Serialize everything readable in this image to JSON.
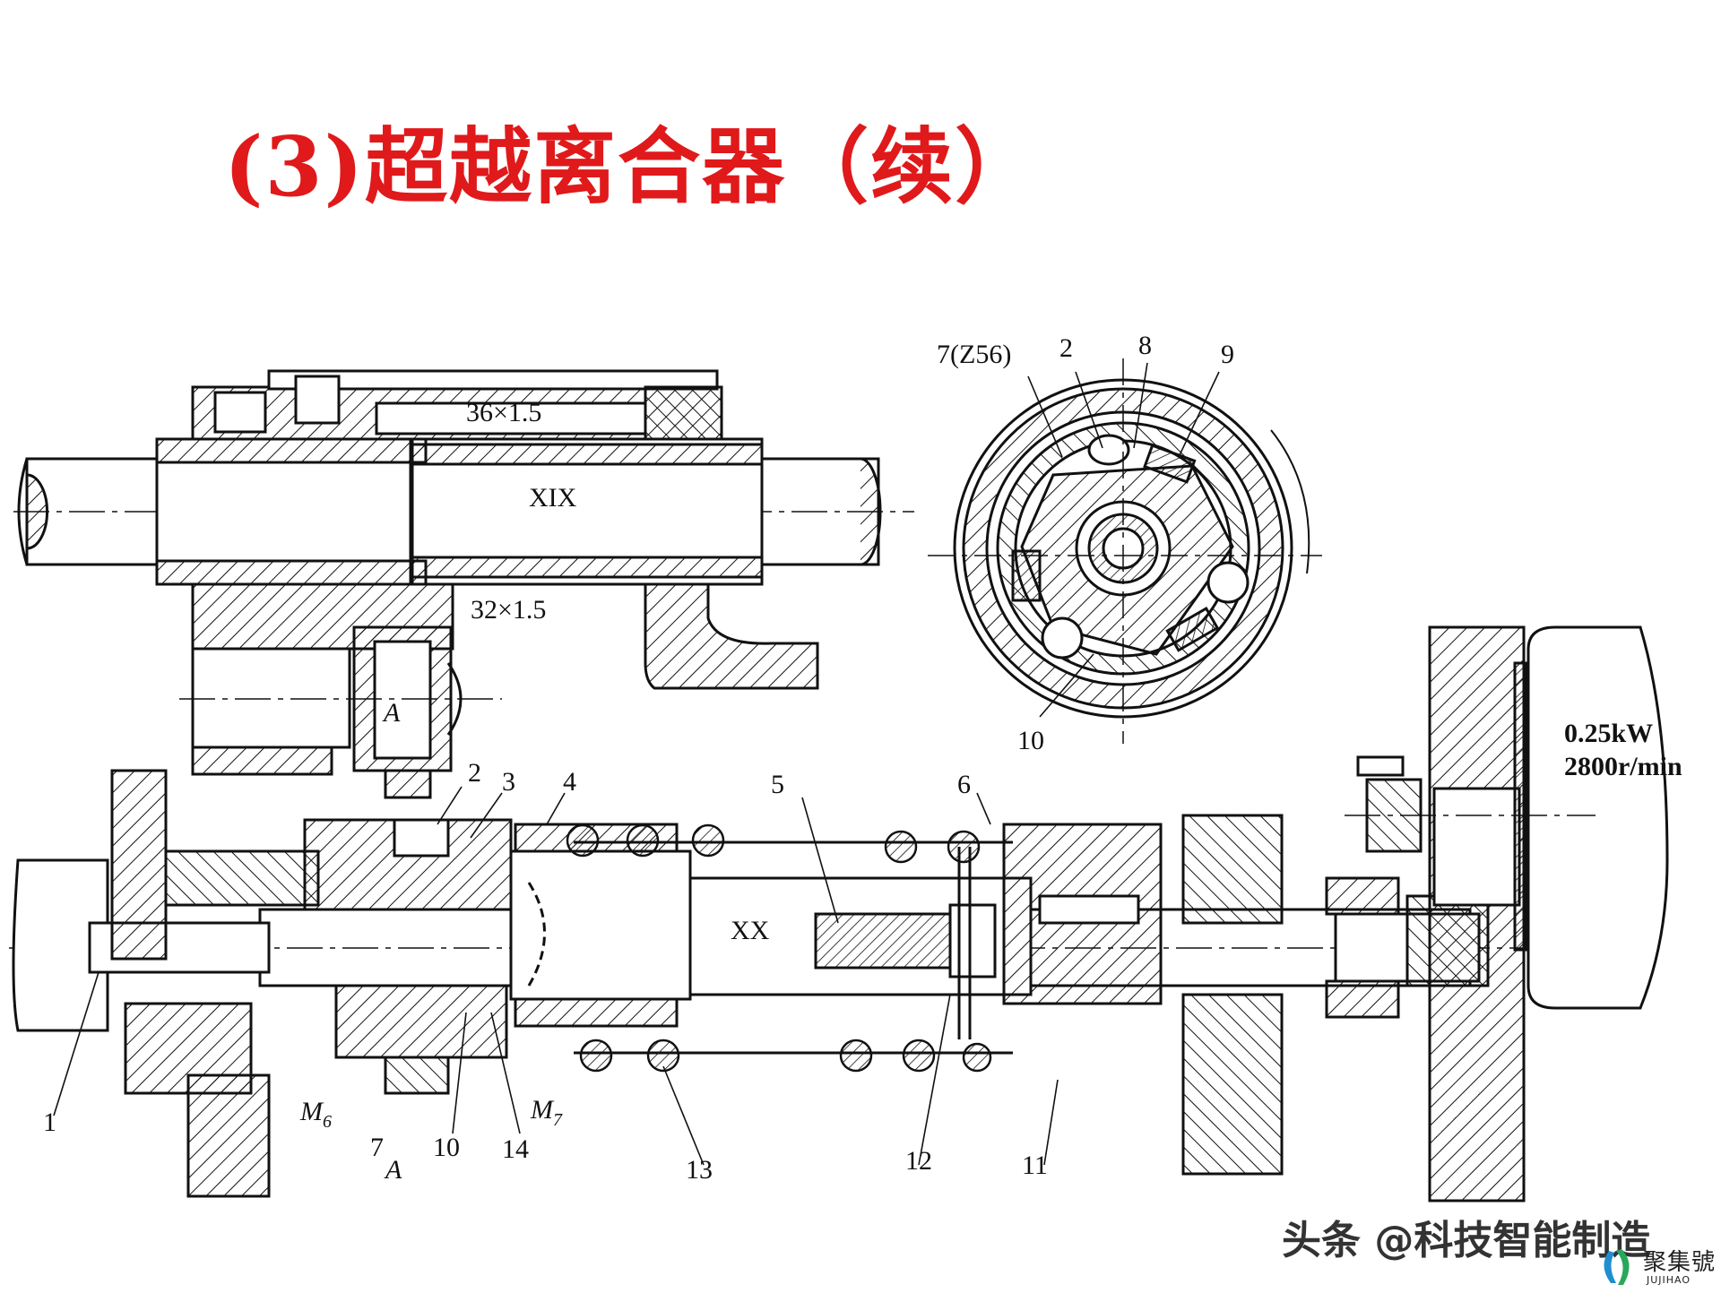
{
  "title": "(3)超越离合器（续）",
  "labels": {
    "upper_shaft": "XIX",
    "lower_shaft": "XX",
    "gear_top": "36×1.5",
    "gear_bottom": "32×1.5",
    "section_mark": "A",
    "section_mark_bottom": "A",
    "clutch_m6": "M",
    "clutch_m6_sub": "6",
    "clutch_m7": "M",
    "clutch_m7_sub": "7",
    "motor_power": "0.25kW",
    "motor_speed": "2800r/min",
    "n1": "1",
    "n2": "2",
    "n3": "3",
    "n4": "4",
    "n5": "5",
    "n6": "6",
    "n7": "7",
    "n10": "10",
    "n11": "11",
    "n12": "12",
    "n13": "13",
    "n14": "14",
    "c_gear": "7(Z56)",
    "c_2": "2",
    "c_8": "8",
    "c_9": "9",
    "c_10": "10"
  },
  "watermark": "头条 @科技智能制造",
  "logo": {
    "text": "聚集號",
    "sub": "JUJIHAO"
  }
}
